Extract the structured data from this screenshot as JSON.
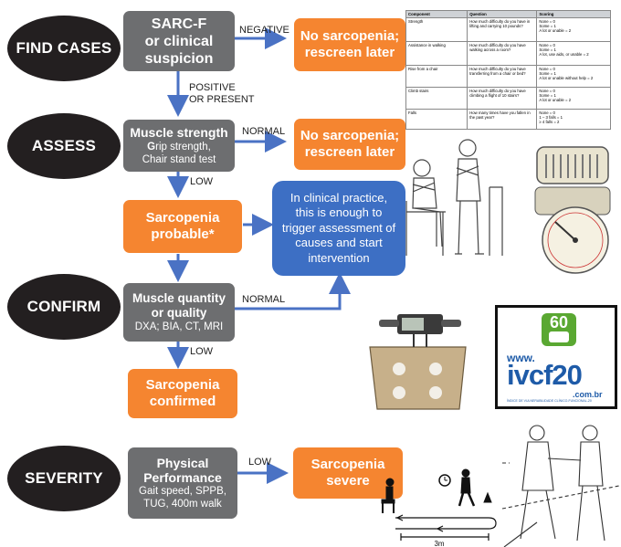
{
  "stages": {
    "find": "FIND CASES",
    "assess": "ASSESS",
    "confirm": "CONFIRM",
    "severity": "SEVERITY"
  },
  "boxes": {
    "sarcf": [
      "SARC-F",
      "or clinical",
      "suspicion"
    ],
    "strength_title": "Muscle strength",
    "strength_sub1_cap": "G",
    "strength_sub1_rest": "rip strength,",
    "strength_sub2": "Chair stand test",
    "probable": [
      "Sarcopenia",
      "probable*"
    ],
    "quantity_title": [
      "Muscle quantity",
      "or quality"
    ],
    "quantity_sub": "DXA; BIA, CT, MRI",
    "confirmed": [
      "Sarcopenia",
      "confirmed"
    ],
    "physical_title": [
      "Physical",
      "Performance"
    ],
    "physical_sub": [
      "Gait speed, SPPB,",
      "TUG, 400m walk"
    ],
    "no_sarc1": [
      "No sarcopenia;",
      "rescreen later"
    ],
    "no_sarc2": [
      "No sarcopenia;",
      "rescreen later"
    ],
    "severe": [
      "Sarcopenia",
      "severe"
    ],
    "clinical": [
      "In clinical practice,",
      "this is enough to",
      "trigger assessment of",
      "causes and start",
      "intervention"
    ]
  },
  "arrows": {
    "negative": "NEGATIVE",
    "positive": [
      "POSITIVE",
      "OR PRESENT"
    ],
    "normal1": "NORMAL",
    "low1": "LOW",
    "normal2": "NORMAL",
    "low2": "LOW",
    "low3": "LOW"
  },
  "table": {
    "headers": [
      "Component",
      "Question",
      "Scoring"
    ],
    "rows": [
      [
        "Strength",
        "How much difficulty do you have in lifting and carrying 10 pounds?",
        "None = 0\nSome = 1\nA lot or unable = 2"
      ],
      [
        "Assistance in walking",
        "How much difficulty do you have walking across a room?",
        "None = 0\nSome = 1\nA lot, use aids, or unable = 2"
      ],
      [
        "Rise from a chair",
        "How much difficulty do you have transferring from a chair or bed?",
        "None = 0\nSome = 1\nA lot or unable without help = 2"
      ],
      [
        "Climb stairs",
        "How much difficulty do you have climbing a flight of 10 stairs?",
        "None = 0\nSome = 1\nA lot or unable = 2"
      ],
      [
        "Falls",
        "How many times have you fallen in the past year?",
        "None = 0\n1 – 3 falls = 1\n≥ 4 falls = 2"
      ]
    ]
  },
  "logo": {
    "badge": "60",
    "www": "www.",
    "name": "ivcf20",
    "tld": ".com.br",
    "tagline": "ÍNDICE DE VULNERABILIDADE CLÍNICO-FUNCIONAL-20"
  },
  "walk_test": {
    "distance": "3m"
  },
  "colors": {
    "orange": "#f58530",
    "gray": "#6d6e70",
    "blue": "#3d6fc4",
    "ellipse": "#231f20",
    "arrow": "#4a72c4",
    "logo_green": "#5aa832",
    "logo_blue": "#1e5ba8"
  }
}
